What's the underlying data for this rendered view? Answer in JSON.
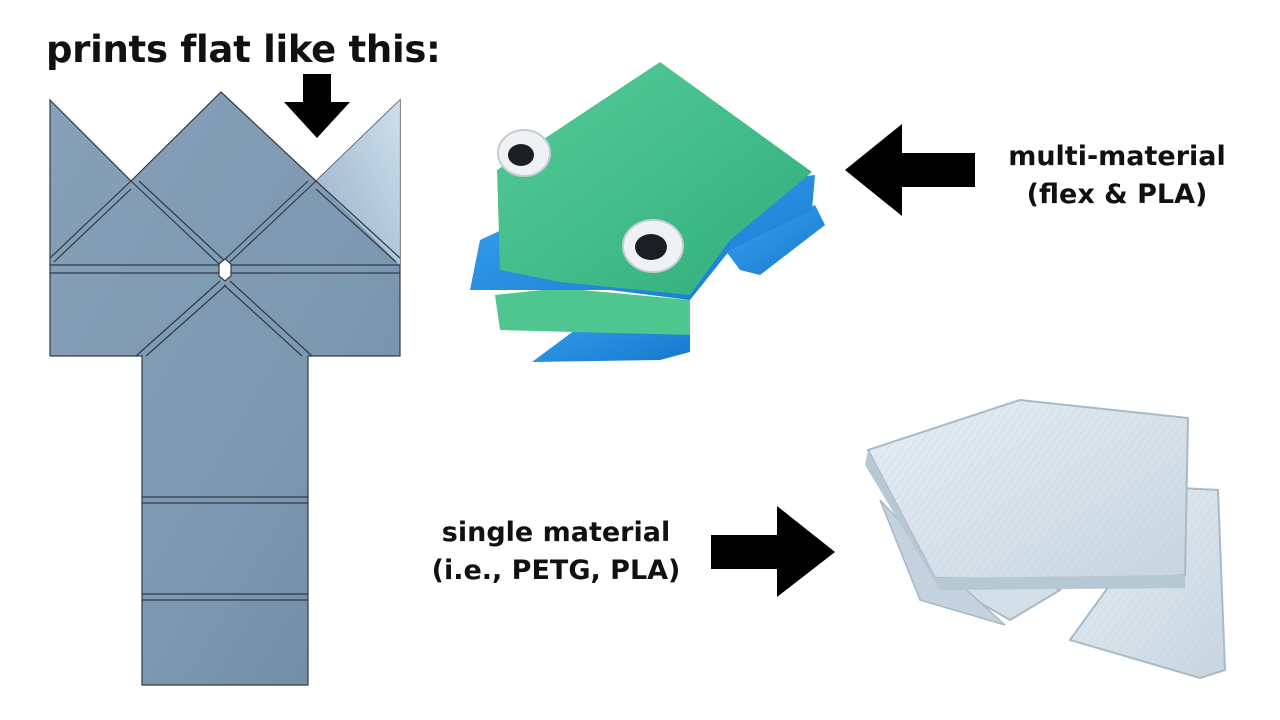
{
  "heading": "prints flat like this:",
  "labels": {
    "multi_line1": "multi-material",
    "multi_line2": "(flex & PLA)",
    "single_line1": "single material",
    "single_line2": "(i.e., PETG, PLA)"
  },
  "colors": {
    "flat_pattern": "#7f9ab3",
    "flex_blue": "#1f8fe6",
    "pla_green": "#3fbf8c",
    "clear_petg": "#d7e3ec",
    "arrow": "#000000"
  },
  "icons": [
    "down-arrow-icon",
    "left-arrow-icon",
    "right-arrow-icon"
  ]
}
